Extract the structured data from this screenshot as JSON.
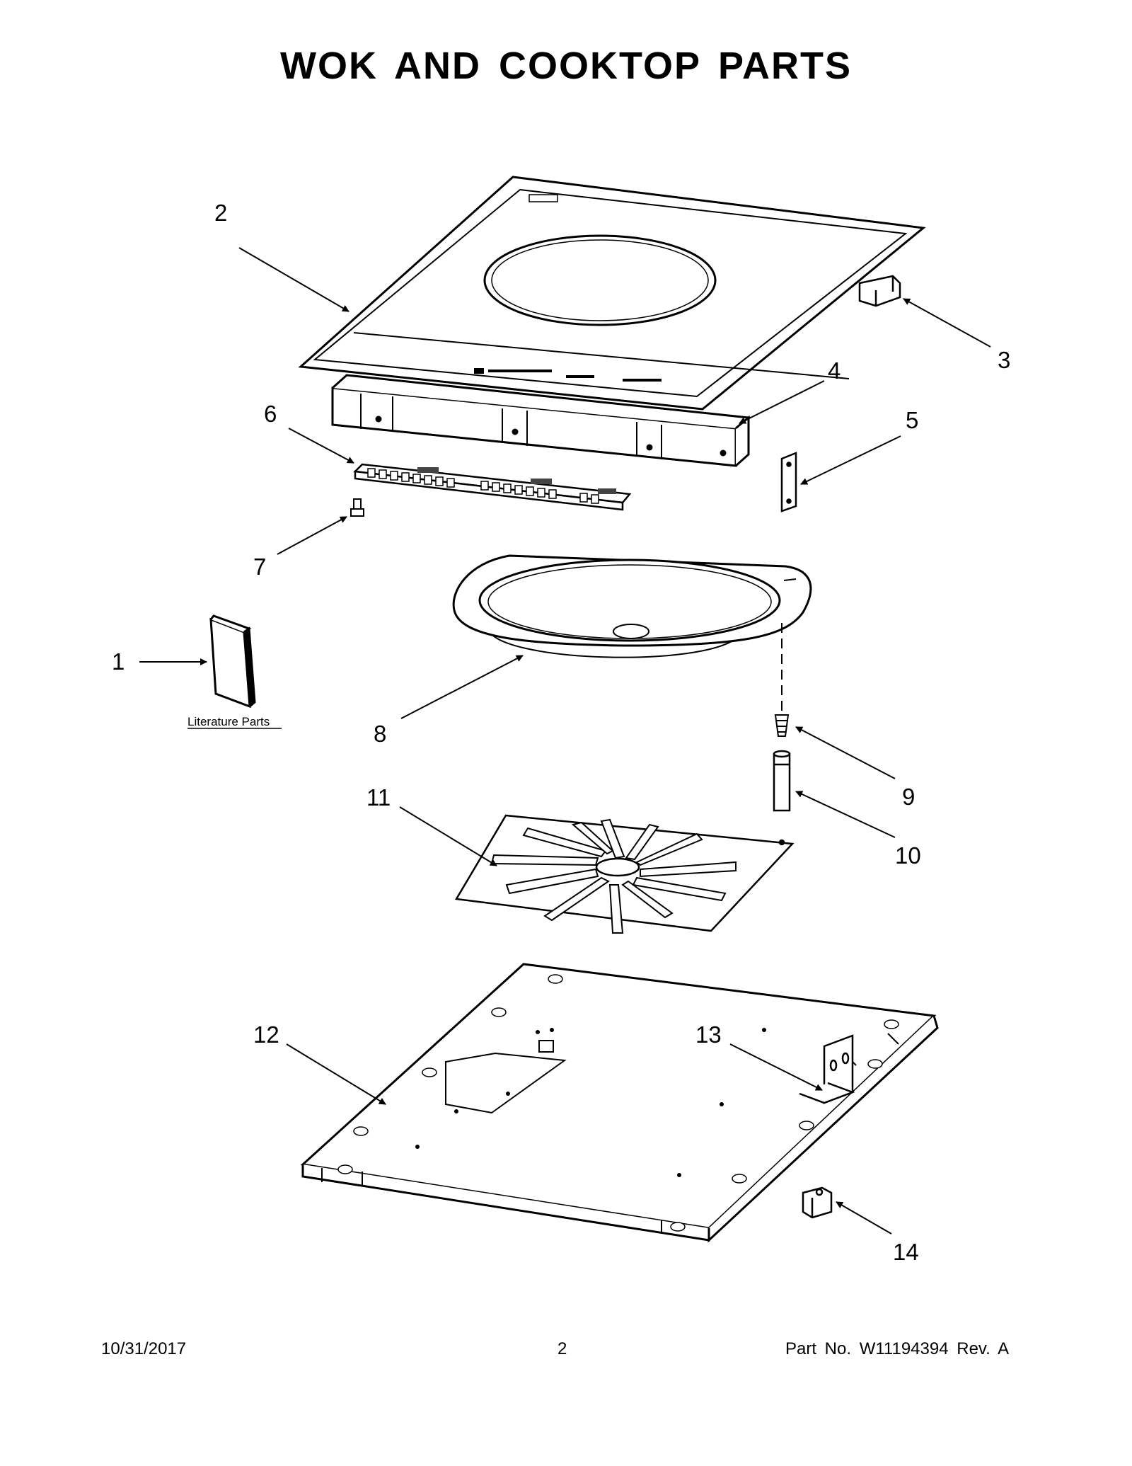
{
  "title": "WOK AND COOKTOP PARTS",
  "callouts": [
    {
      "id": "1",
      "label": "1"
    },
    {
      "id": "2",
      "label": "2"
    },
    {
      "id": "3",
      "label": "3"
    },
    {
      "id": "4",
      "label": "4"
    },
    {
      "id": "5",
      "label": "5"
    },
    {
      "id": "6",
      "label": "6"
    },
    {
      "id": "7",
      "label": "7"
    },
    {
      "id": "8",
      "label": "8"
    },
    {
      "id": "9",
      "label": "9"
    },
    {
      "id": "10",
      "label": "10"
    },
    {
      "id": "11",
      "label": "11"
    },
    {
      "id": "12",
      "label": "12"
    },
    {
      "id": "13",
      "label": "13"
    },
    {
      "id": "14",
      "label": "14"
    }
  ],
  "literature_label": "Literature Parts",
  "footer": {
    "date": "10/31/2017",
    "page": "2",
    "part_number": "Part No.  W11194394  Rev.  A"
  }
}
